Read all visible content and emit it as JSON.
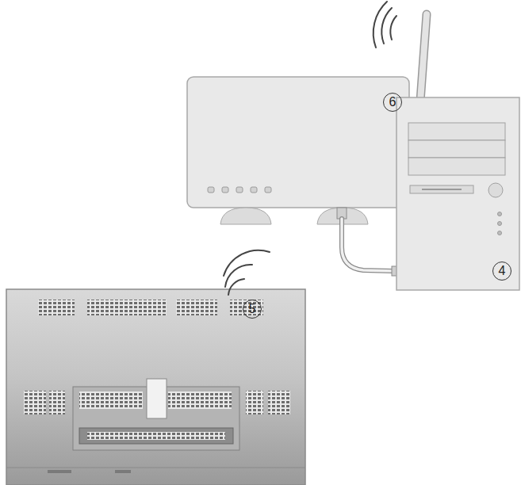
{
  "diagram": {
    "labels": [
      "6",
      "4",
      "5"
    ]
  }
}
